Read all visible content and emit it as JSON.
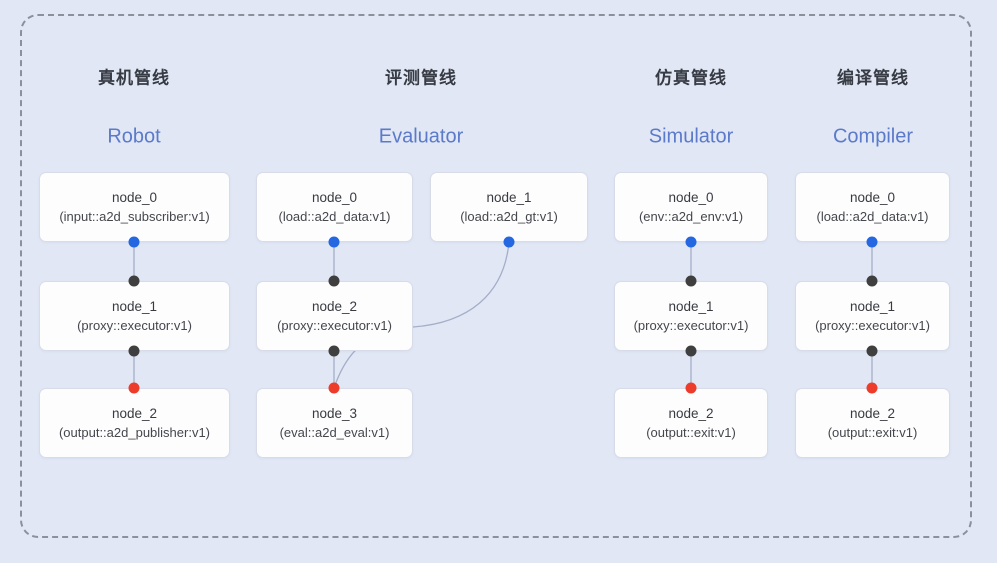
{
  "colors": {
    "background": "#e1e7f5",
    "card_bg": "#fdfdfe",
    "card_border": "#d7dce8",
    "frame_border": "#8b919c",
    "title_cn": "#363b44",
    "title_en": "#5b7ac9",
    "node_text": "#393b41",
    "dot_blue": "#2467e0",
    "dot_dark": "#3f3f3f",
    "dot_red": "#ee3c2b",
    "connector": "#a4aec7"
  },
  "pipelines": [
    {
      "title_cn": "真机管线",
      "title_en": "Robot",
      "nodes": [
        {
          "name": "node_0",
          "detail": "(input::a2d_subscriber:v1)"
        },
        {
          "name": "node_1",
          "detail": "(proxy::executor:v1)"
        },
        {
          "name": "node_2",
          "detail": "(output::a2d_publisher:v1)"
        }
      ]
    },
    {
      "title_cn": "评测管线",
      "title_en": "Evaluator",
      "nodes": [
        {
          "name": "node_0",
          "detail": "(load::a2d_data:v1)"
        },
        {
          "name": "node_1",
          "detail": "(load::a2d_gt:v1)"
        },
        {
          "name": "node_2",
          "detail": "(proxy::executor:v1)"
        },
        {
          "name": "node_3",
          "detail": "(eval::a2d_eval:v1)"
        }
      ]
    },
    {
      "title_cn": "仿真管线",
      "title_en": "Simulator",
      "nodes": [
        {
          "name": "node_0",
          "detail": "(env::a2d_env:v1)"
        },
        {
          "name": "node_1",
          "detail": "(proxy::executor:v1)"
        },
        {
          "name": "node_2",
          "detail": "(output::exit:v1)"
        }
      ]
    },
    {
      "title_cn": "编译管线",
      "title_en": "Compiler",
      "nodes": [
        {
          "name": "node_0",
          "detail": "(load::a2d_data:v1)"
        },
        {
          "name": "node_1",
          "detail": "(proxy::executor:v1)"
        },
        {
          "name": "node_2",
          "detail": "(output::exit:v1)"
        }
      ]
    }
  ]
}
